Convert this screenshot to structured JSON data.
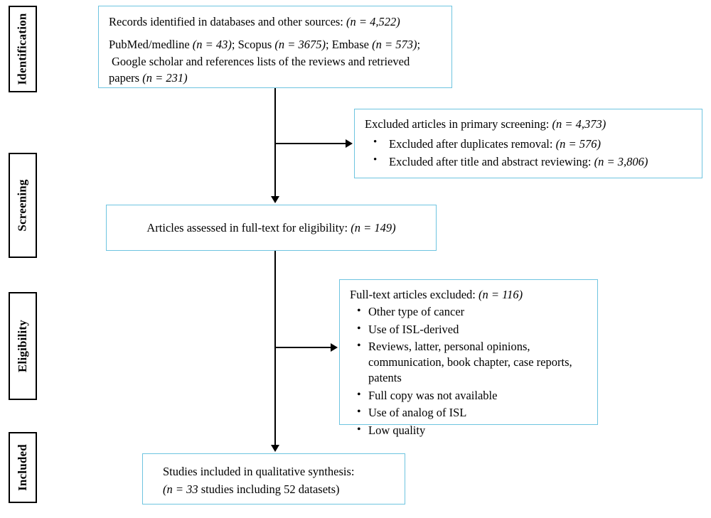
{
  "diagram": {
    "type": "prisma-flow-diagram",
    "stages": [
      {
        "id": "identification",
        "label": "Identification"
      },
      {
        "id": "screening",
        "label": "Screening"
      },
      {
        "id": "eligibility",
        "label": "Eligibility"
      },
      {
        "id": "included",
        "label": "Included"
      }
    ],
    "boxes": {
      "identified": {
        "line1_text": "Records identified in databases and other sources:",
        "line1_n": "(n = 4,522)",
        "line2_a": "PubMed/medline ",
        "line2_a_n": "(n = 43)",
        "line2_b": "; Scopus ",
        "line2_b_n": "(n = 3675)",
        "line2_c": "; Embase ",
        "line2_c_n": "(n = 573)",
        "line2_d": ";",
        "line3": "Google scholar and references lists of the reviews and retrieved",
        "line4": "papers ",
        "line4_n": "(n = 231)"
      },
      "excluded_primary": {
        "title": "Excluded articles in primary screening:",
        "title_n": "(n = 4,373)",
        "items": [
          {
            "text": "Excluded after duplicates removal:",
            "n": "(n = 576)"
          },
          {
            "text": "Excluded after title and abstract reviewing:",
            "n": "(n = 3,806)"
          }
        ]
      },
      "fulltext_assessed": {
        "text": "Articles assessed in full-text for eligibility:",
        "n": "(n = 149)"
      },
      "fulltext_excluded": {
        "title": "Full-text articles excluded:",
        "title_n": "(n = 116)",
        "items": [
          "Other type of cancer",
          "Use of ISL-derived",
          "Reviews, latter, personal opinions, communication, book chapter, case reports, patents",
          "Full copy was not available",
          "Use of analog of ISL",
          "Low quality"
        ]
      },
      "included": {
        "line1": "Studies included in qualitative synthesis:",
        "line2_n": "(n = 33",
        "line2_rest": " studies including 52 datasets)"
      }
    },
    "colors": {
      "box_border": "#6ec4e0",
      "stage_border": "#000000",
      "arrow": "#000000",
      "background": "#ffffff"
    }
  }
}
